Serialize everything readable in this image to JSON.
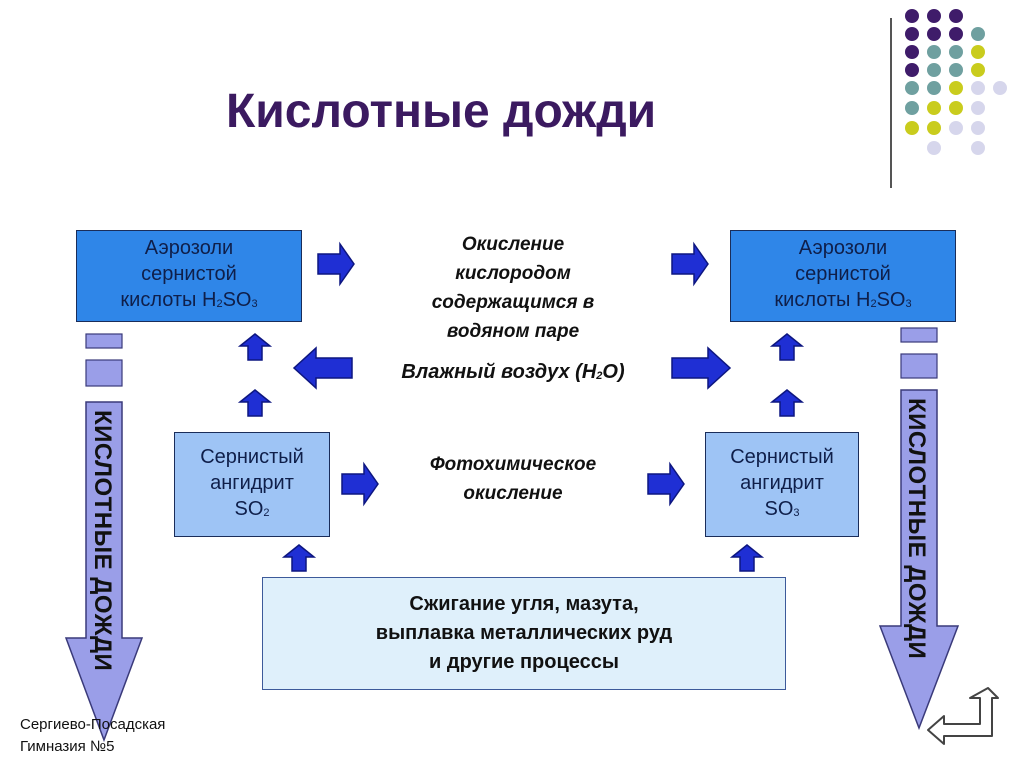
{
  "title": "Кислотные дожди",
  "top_left_box": {
    "lines": [
      "Аэрозоли",
      "сернистой"
    ],
    "formula_prefix": "кислоты H",
    "sub1": "2",
    "mid": "SO",
    "sub2": "3"
  },
  "top_right_box": {
    "lines": [
      "Аэрозоли",
      "сернистой"
    ],
    "formula_prefix": "кислоты H",
    "sub1": "2",
    "mid": "SO",
    "sub2": "3"
  },
  "oxidation_label": [
    "Окисление",
    "кислородом",
    "содержащимся в",
    "водяном паре"
  ],
  "humid_air": {
    "prefix": "Влажный воздух (H",
    "sub": "2",
    "suffix": "O)"
  },
  "mid_left_box": {
    "lines": [
      "Сернистый",
      "ангидрит"
    ],
    "formula": "SO",
    "sub": "2"
  },
  "mid_right_box": {
    "lines": [
      "Сернистый",
      "ангидрит"
    ],
    "formula": "SO",
    "sub": "3"
  },
  "photochem_label": [
    "Фотохимическое",
    "окисление"
  ],
  "bottom_box": [
    "Сжигание угля, мазута,",
    "выплавка металлических руд",
    "и другие процессы"
  ],
  "side_arrow_text": "КИСЛОТНЫЕ ДОЖДИ",
  "footer": [
    "Сергиево-Посадская",
    "Гимназия №5"
  ],
  "colors": {
    "title": "#3b1a60",
    "box_blue": "#2f86e8",
    "box_light": "#9ec4f5",
    "box_bottom": "#dff0fb",
    "arrow_blue": "#1f2fd4",
    "side_arrow": "#9a9ee8",
    "dot_purple": "#3f1c6a",
    "dot_teal": "#6fa0a0",
    "dot_olive": "#c9cc1d",
    "dot_lavender": "#d6d6ec"
  },
  "icons": [
    "return-arrow-icon"
  ]
}
